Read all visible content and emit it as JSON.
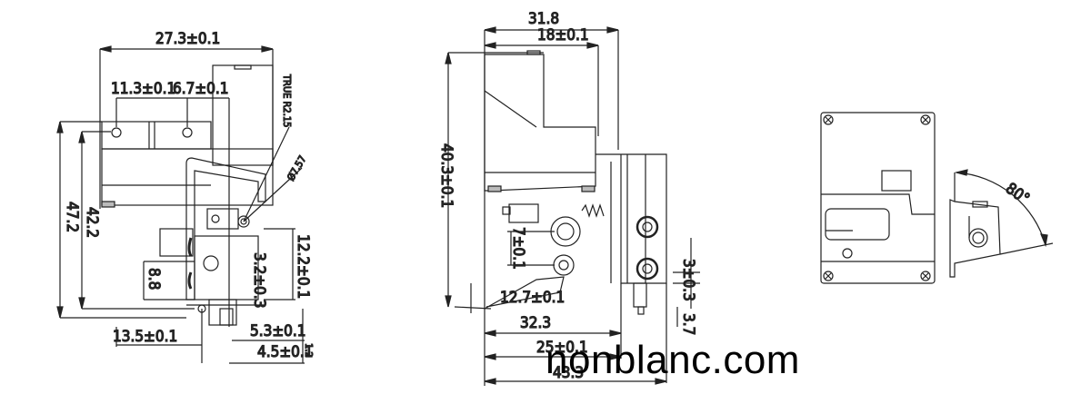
{
  "drawing": {
    "front_view": {
      "dimensions": {
        "overall_width": "27.3±0.1",
        "hole_spacing_a": "11.3±0.1",
        "hole_spacing_b": "6.7±0.1",
        "radius_note": "TRUE R2.15",
        "diameter_note": "Ø7.57",
        "overall_height": "47.2",
        "body_height": "42.2",
        "lower_height": "8.8",
        "vertical_a": "12.2±0.1",
        "vertical_b": "3.2±0.3",
        "bottom_a": "13.5±0.1",
        "bottom_b": "5.3±0.1",
        "bottom_c": "4.5±0.1",
        "side_small": "1.2"
      }
    },
    "side_view": {
      "dimensions": {
        "top_overall": "31.8",
        "top_inner": "18±0.1",
        "height": "40.3±0.1",
        "roller_spacing": "7±0.1",
        "lever_length": "12.7±0.1",
        "length_a": "32.3",
        "length_b": "25±0.1",
        "length_c": "43.3",
        "vertical_small": "3±0.3",
        "vertical_tiny": "3.7"
      }
    },
    "rear_view": {
      "dimensions": {
        "angle": "80°"
      }
    }
  },
  "watermark": "nonblanc.com"
}
